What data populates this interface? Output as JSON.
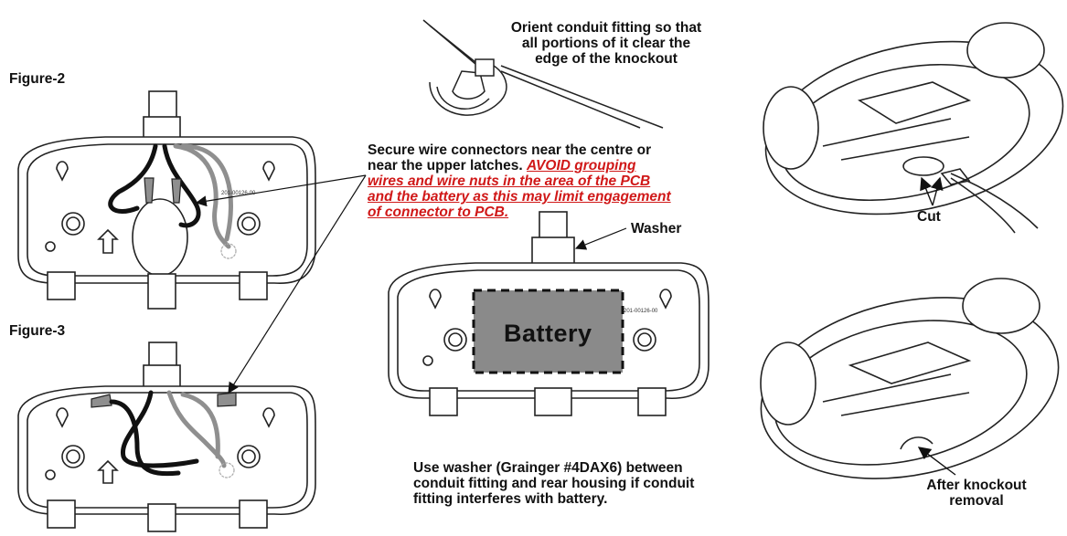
{
  "labels": {
    "figure2": "Figure-2",
    "figure3": "Figure-3",
    "orient_line1": "Orient conduit fitting so that",
    "orient_line2": "all portions of it clear the",
    "orient_line3": "edge of the knockout",
    "secure_line1": "Secure wire connectors near the centre or",
    "secure_line2a": "near the upper latches.",
    "secure_line2b": "AVOID grouping",
    "secure_line3": "wires and wire nuts in the area of the PCB",
    "secure_line4": "and the battery as this may limit engagement",
    "secure_line5": "of connector to PCB.",
    "washer": "Washer",
    "battery": "Battery",
    "use_washer_line1": "Use washer (Grainger #4DAX6) between",
    "use_washer_line2": "conduit fitting and rear housing if conduit",
    "use_washer_line3": "fitting interferes with battery.",
    "cut": "Cut",
    "after_line1": "After knockout",
    "after_line2": "removal"
  },
  "part_codes": {
    "fig2_code": "201-00126-00",
    "battery_code": "201-00126-00"
  },
  "colors": {
    "warning_text": "#d01818",
    "battery_fill": "#8a8a8a",
    "wire_gray": "#8f8f8f",
    "line_art": "#222222"
  }
}
